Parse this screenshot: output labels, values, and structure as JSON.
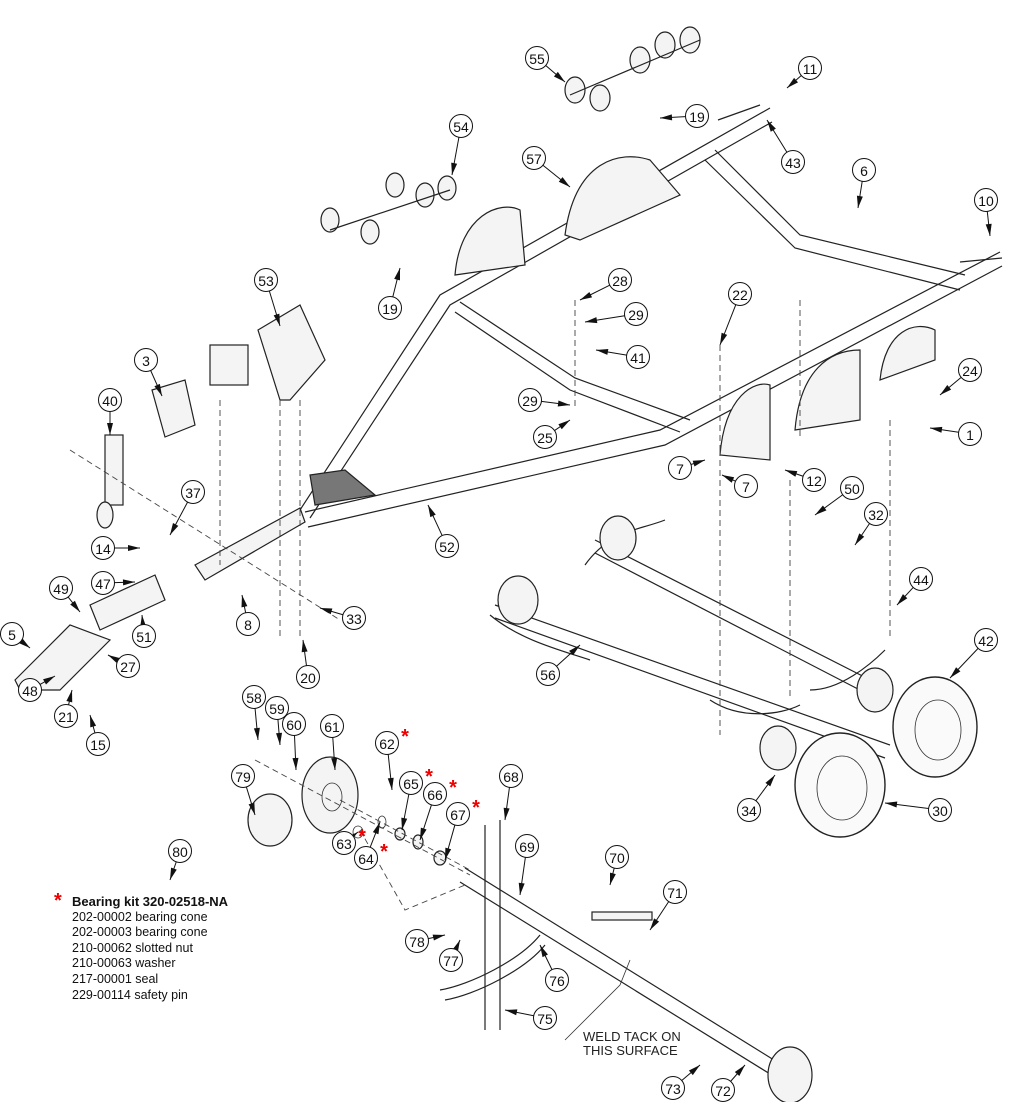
{
  "callouts": [
    {
      "label": "55"
    },
    {
      "label": "11"
    },
    {
      "label": "19"
    },
    {
      "label": "43"
    },
    {
      "label": "57"
    },
    {
      "label": "54"
    },
    {
      "label": "6"
    },
    {
      "label": "10"
    },
    {
      "label": "19"
    },
    {
      "label": "53"
    },
    {
      "label": "28"
    },
    {
      "label": "29"
    },
    {
      "label": "41"
    },
    {
      "label": "22"
    },
    {
      "label": "3"
    },
    {
      "label": "40"
    },
    {
      "label": "24"
    },
    {
      "label": "29"
    },
    {
      "label": "25"
    },
    {
      "label": "1"
    },
    {
      "label": "7"
    },
    {
      "label": "7"
    },
    {
      "label": "12"
    },
    {
      "label": "37"
    },
    {
      "label": "50"
    },
    {
      "label": "32"
    },
    {
      "label": "14"
    },
    {
      "label": "52"
    },
    {
      "label": "47"
    },
    {
      "label": "49"
    },
    {
      "label": "44"
    },
    {
      "label": "8"
    },
    {
      "label": "33"
    },
    {
      "label": "5"
    },
    {
      "label": "51"
    },
    {
      "label": "42"
    },
    {
      "label": "56"
    },
    {
      "label": "20"
    },
    {
      "label": "27"
    },
    {
      "label": "48"
    },
    {
      "label": "21"
    },
    {
      "label": "15"
    },
    {
      "label": "58"
    },
    {
      "label": "59"
    },
    {
      "label": "60"
    },
    {
      "label": "61"
    },
    {
      "label": "62",
      "starred": true
    },
    {
      "label": "65",
      "starred": true
    },
    {
      "label": "66",
      "starred": true
    },
    {
      "label": "67",
      "starred": true
    },
    {
      "label": "63",
      "starred": true
    },
    {
      "label": "64",
      "starred": true
    },
    {
      "label": "68"
    },
    {
      "label": "69"
    },
    {
      "label": "79"
    },
    {
      "label": "34"
    },
    {
      "label": "30"
    },
    {
      "label": "80"
    },
    {
      "label": "70"
    },
    {
      "label": "71"
    },
    {
      "label": "78"
    },
    {
      "label": "77"
    },
    {
      "label": "76"
    },
    {
      "label": "75"
    },
    {
      "label": "73"
    },
    {
      "label": "72"
    }
  ],
  "bearing_kit": {
    "title": "Bearing kit 320-02518-NA",
    "star": "*",
    "items": [
      "202-00002 bearing cone",
      "202-00003 bearing cone",
      "210-00062 slotted nut",
      "210-00063 washer",
      "217-00001 seal",
      "229-00114 safety pin"
    ]
  },
  "weld_note": {
    "line1": "WELD TACK ON",
    "line2": "THIS SURFACE"
  },
  "colors": {
    "line": "#222222",
    "asterisk": "#e00000",
    "background": "#ffffff"
  }
}
